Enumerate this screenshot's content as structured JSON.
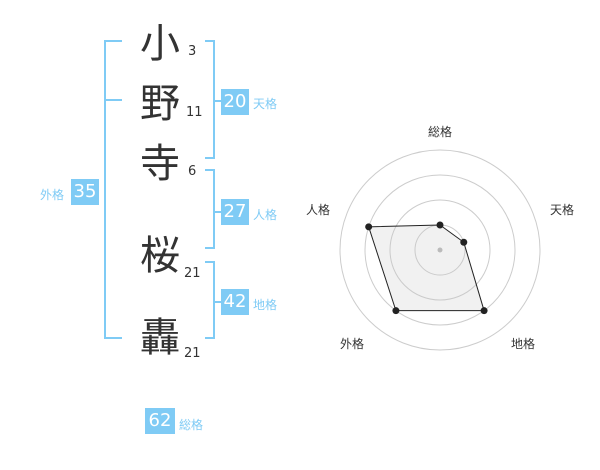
{
  "name": {
    "characters": [
      {
        "char": "小",
        "strokes": "3"
      },
      {
        "char": "野",
        "strokes": "11"
      },
      {
        "char": "寺",
        "strokes": "6"
      },
      {
        "char": "桜",
        "strokes": "21"
      },
      {
        "char": "轟",
        "strokes": "21"
      }
    ]
  },
  "fortune": {
    "tenkaku": {
      "value": "20",
      "label": "天格"
    },
    "jinkaku": {
      "value": "27",
      "label": "人格"
    },
    "chikaku": {
      "value": "42",
      "label": "地格"
    },
    "gaikaku": {
      "value": "35",
      "label": "外格"
    },
    "soukaku": {
      "value": "62",
      "label": "総格"
    }
  },
  "colors": {
    "accent": "#7fcbf5",
    "text": "#333333",
    "grid": "#cccccc"
  },
  "chart_data": {
    "type": "radar",
    "axes": [
      "総格",
      "天格",
      "地格",
      "外格",
      "人格"
    ],
    "max": 4,
    "values": [
      1,
      1,
      3,
      3,
      3
    ],
    "grid_rings": 4
  }
}
